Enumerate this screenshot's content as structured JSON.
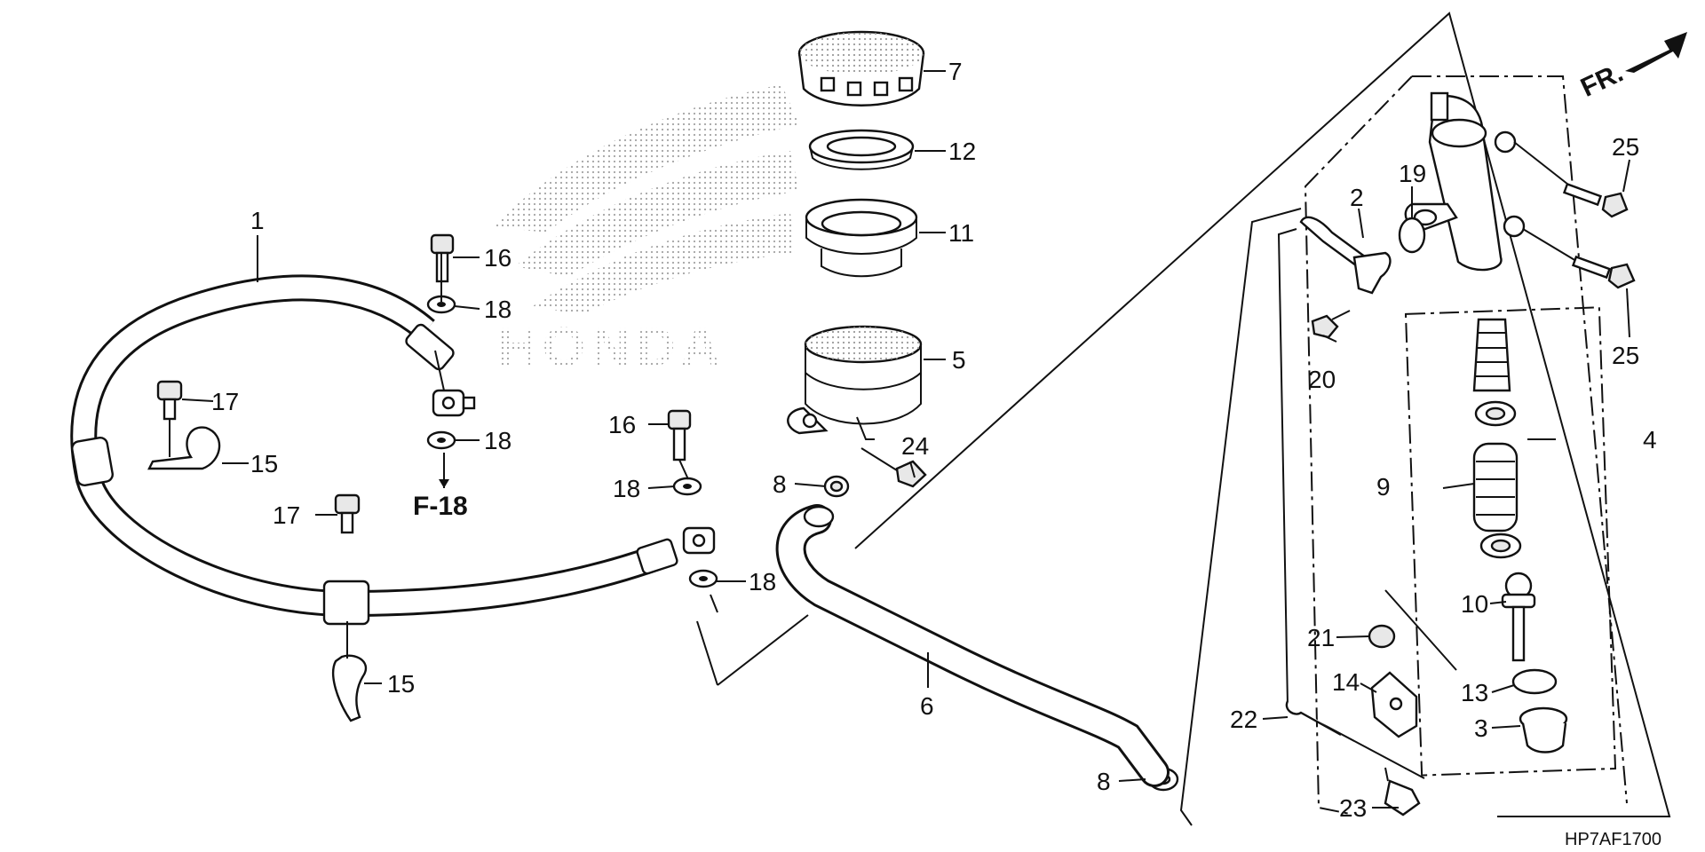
{
  "diagram": {
    "direction_label": "FR.",
    "reference_label": "F-18",
    "drawing_code": "HP7AF1700",
    "watermark_text": "HONDA",
    "callouts": [
      {
        "id": "c1",
        "text": "1"
      },
      {
        "id": "c2",
        "text": "2"
      },
      {
        "id": "c3",
        "text": "3"
      },
      {
        "id": "c4",
        "text": "4"
      },
      {
        "id": "c5",
        "text": "5"
      },
      {
        "id": "c6",
        "text": "6"
      },
      {
        "id": "c7",
        "text": "7"
      },
      {
        "id": "c8a",
        "text": "8"
      },
      {
        "id": "c8b",
        "text": "8"
      },
      {
        "id": "c9",
        "text": "9"
      },
      {
        "id": "c10",
        "text": "10"
      },
      {
        "id": "c11",
        "text": "11"
      },
      {
        "id": "c12",
        "text": "12"
      },
      {
        "id": "c13",
        "text": "13"
      },
      {
        "id": "c14",
        "text": "14"
      },
      {
        "id": "c15a",
        "text": "15"
      },
      {
        "id": "c15b",
        "text": "15"
      },
      {
        "id": "c16a",
        "text": "16"
      },
      {
        "id": "c16b",
        "text": "16"
      },
      {
        "id": "c17a",
        "text": "17"
      },
      {
        "id": "c17b",
        "text": "17"
      },
      {
        "id": "c18a",
        "text": "18"
      },
      {
        "id": "c18b",
        "text": "18"
      },
      {
        "id": "c18c",
        "text": "18"
      },
      {
        "id": "c18d",
        "text": "18"
      },
      {
        "id": "c19",
        "text": "19"
      },
      {
        "id": "c20",
        "text": "20"
      },
      {
        "id": "c21",
        "text": "21"
      },
      {
        "id": "c22",
        "text": "22"
      },
      {
        "id": "c23",
        "text": "23"
      },
      {
        "id": "c24",
        "text": "24"
      },
      {
        "id": "c25a",
        "text": "25"
      },
      {
        "id": "c25b",
        "text": "25"
      }
    ]
  }
}
